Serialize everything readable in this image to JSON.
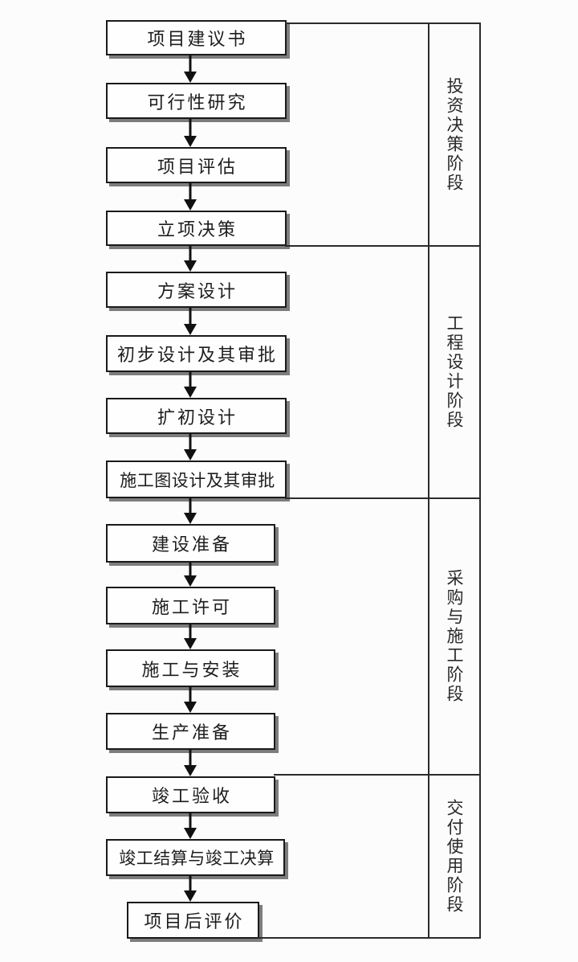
{
  "diagram": {
    "type": "flowchart",
    "steps": [
      "项目建议书",
      "可行性研究",
      "项目评估",
      "立项决策",
      "方案设计",
      "初步设计及其审批",
      "扩初设计",
      "施工图设计及其审批",
      "建设准备",
      "施工许可",
      "施工与安装",
      "生产准备",
      "竣工验收",
      "竣工结算与竣工决算",
      "项目后评价"
    ],
    "phases": [
      "投资决策阶段",
      "工程设计阶段",
      "采购与施工阶段",
      "交付使用阶段"
    ],
    "phase_step_ranges": [
      {
        "phase": "投资决策阶段",
        "steps": [
          1,
          4
        ]
      },
      {
        "phase": "工程设计阶段",
        "steps": [
          5,
          8
        ]
      },
      {
        "phase": "采购与施工阶段",
        "steps": [
          9,
          12
        ]
      },
      {
        "phase": "交付使用阶段",
        "steps": [
          13,
          15
        ]
      }
    ],
    "colors": {
      "background": "#fcfcfc",
      "box_fill": "#fefefe",
      "box_border": "#1a1a1a",
      "box_shadow": "#7d7d7d",
      "line": "#2b2b2b",
      "text": "#1d1d1d",
      "arrow": "#111111"
    }
  }
}
